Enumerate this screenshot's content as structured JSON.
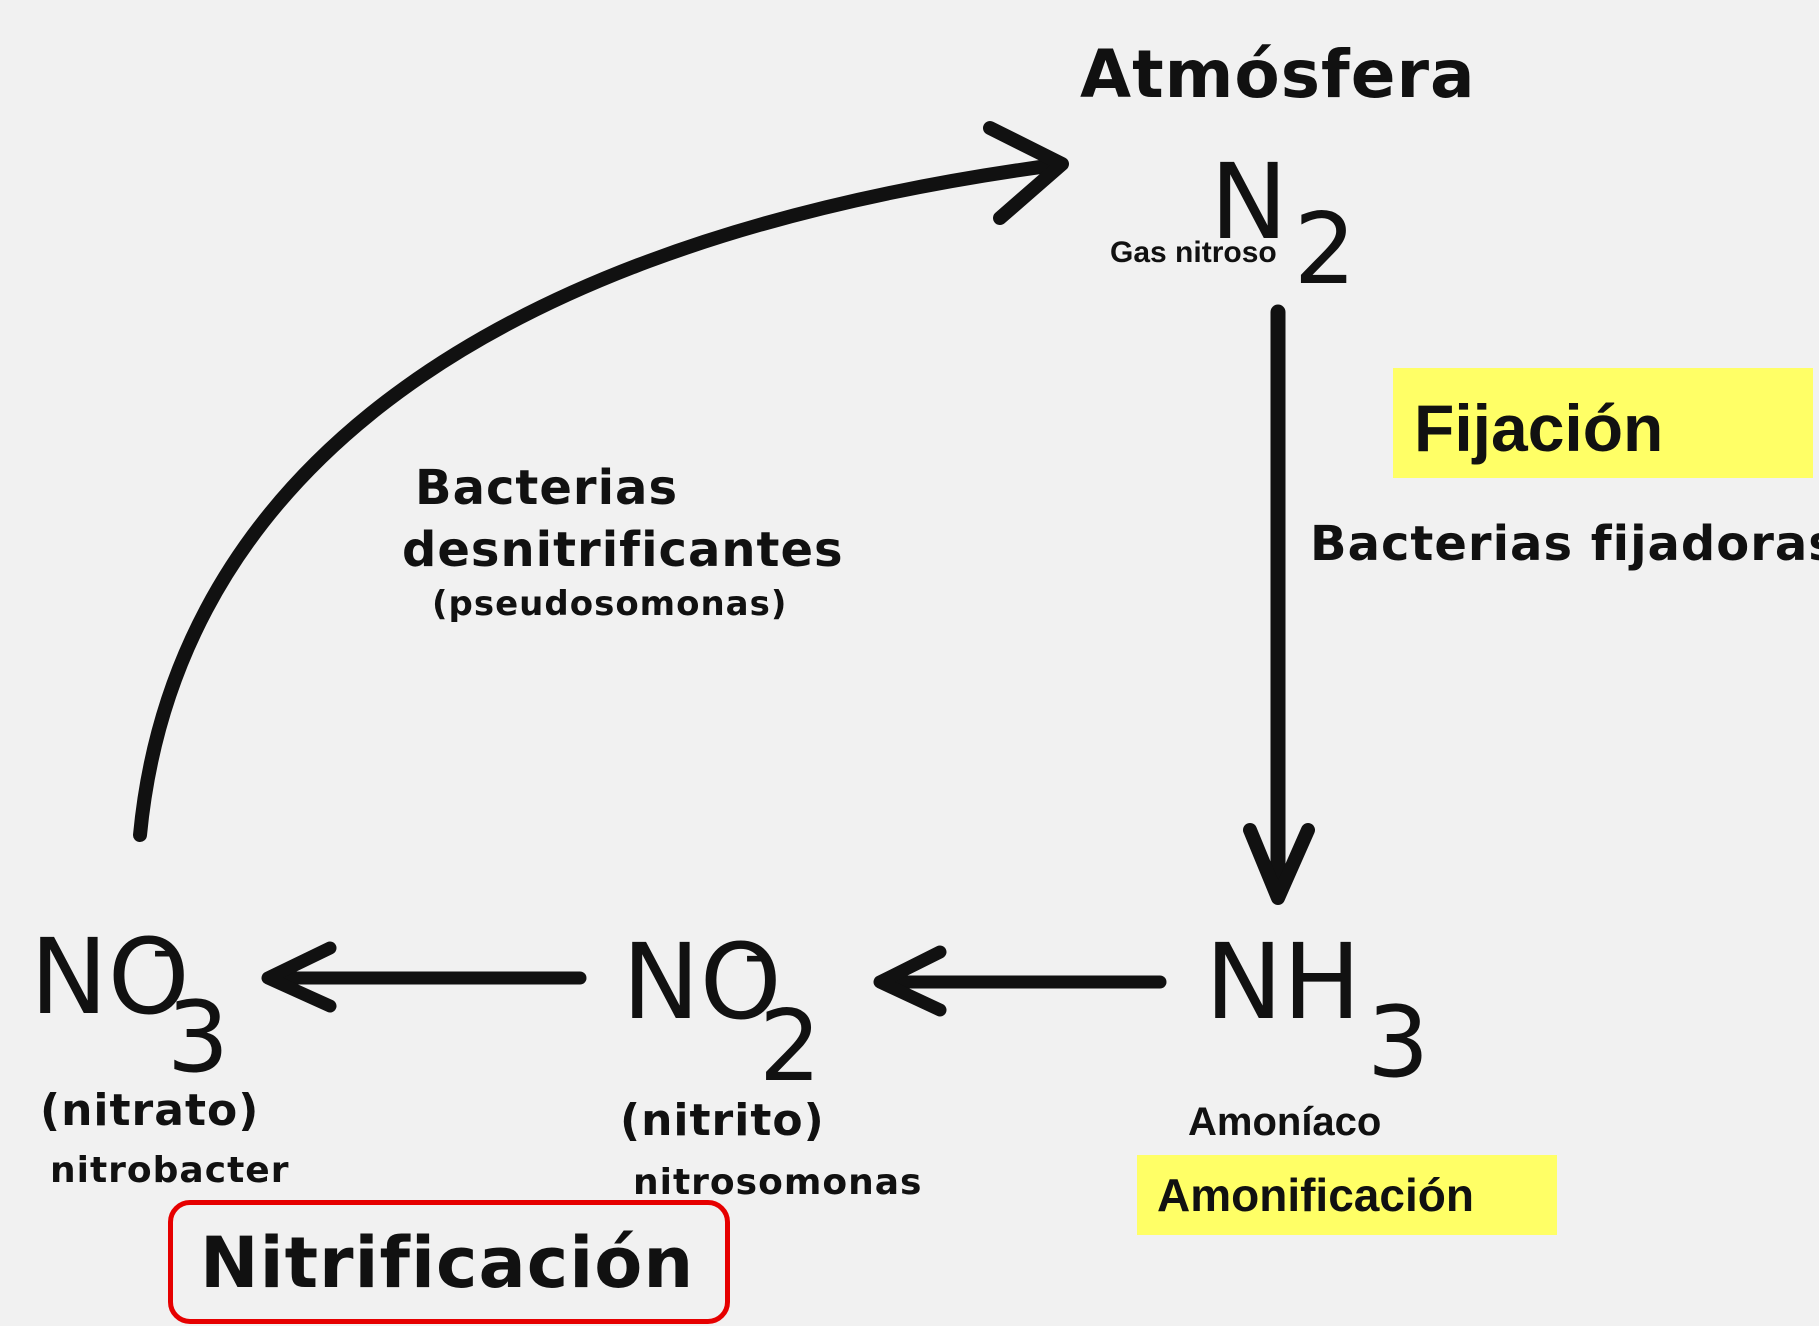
{
  "nodes": {
    "n2": {
      "main": "N",
      "sub": "2",
      "top_label": "Atmósfera",
      "side_label": "Gas nitroso"
    },
    "nh3": {
      "main": "NH",
      "sub": "3",
      "name": "Amoníaco"
    },
    "no2": {
      "main": "NO",
      "sub": "2",
      "charge": "-",
      "name": "(nitrito)",
      "bacteria": "nitrosomonas"
    },
    "no3": {
      "main": "NO",
      "sub": "3",
      "charge": "-",
      "name": "(nitrato)",
      "bacteria": "nitrobacter"
    }
  },
  "processes": {
    "fijacion": {
      "label": "Fijación",
      "agent": "Bacterias fijadoras",
      "highlight": "#ffff66"
    },
    "amonificacion": {
      "label": "Amonificación",
      "highlight": "#ffff66"
    },
    "nitrificacion": {
      "label": "Nitrificación",
      "border": "#e60000"
    },
    "desnitrificacion": {
      "agent_line1": "Bacterias",
      "agent_line2": "desnitrificantes",
      "agent_line3": "(pseudosomonas)"
    }
  }
}
